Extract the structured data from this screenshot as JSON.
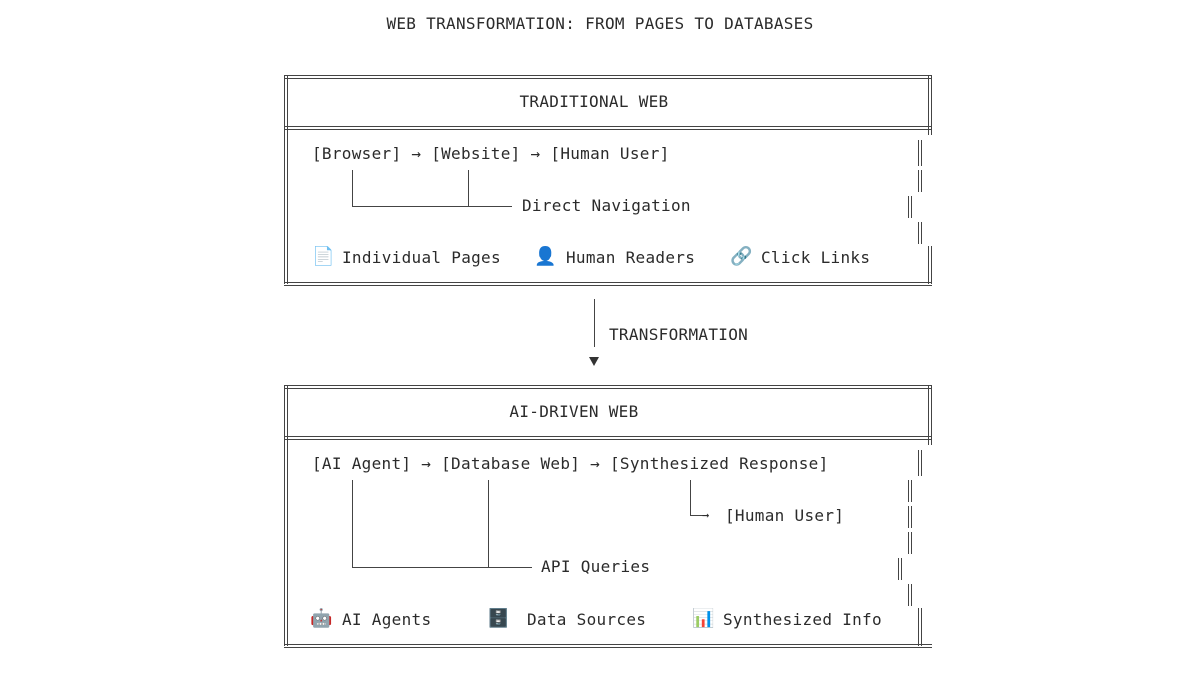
{
  "title": "WEB TRANSFORMATION: FROM PAGES TO DATABASES",
  "traditional": {
    "heading": "TRADITIONAL WEB",
    "flow": "[Browser] → [Website] → [Human User]",
    "branch_label": "Direct Navigation",
    "features": [
      {
        "icon": "page-icon",
        "glyph": "📄",
        "label": "Individual Pages"
      },
      {
        "icon": "user-icon",
        "glyph": "👤",
        "label": "Human Readers"
      },
      {
        "icon": "link-icon",
        "glyph": "🔗",
        "label": "Click Links"
      }
    ]
  },
  "transition": {
    "label": "TRANSFORMATION"
  },
  "ai_driven": {
    "heading": "AI-DRIVEN WEB",
    "flow": "[AI Agent] → [Database Web] → [Synthesized Response]",
    "sub_target": "[Human User]",
    "branch_label": "API Queries",
    "features": [
      {
        "icon": "robot-icon",
        "glyph": "🤖",
        "label": "AI Agents"
      },
      {
        "icon": "file-cabinet-icon",
        "glyph": "🗄️",
        "label": "Data Sources"
      },
      {
        "icon": "bar-chart-icon",
        "glyph": "📊",
        "label": "Synthesized Info"
      }
    ]
  }
}
